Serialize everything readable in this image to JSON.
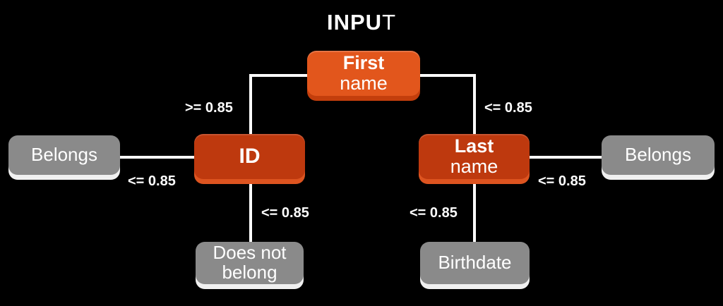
{
  "diagram": {
    "title": {
      "bold": "INPU",
      "light": "T"
    },
    "colors": {
      "background": "#000000",
      "text": "#ffffff",
      "line": "#ffffff",
      "orange": "#e2561c",
      "orange_lip": "#c33e0c",
      "red": "#be390e",
      "red_lip": "#dd5420",
      "gray": "#8a8a8a",
      "gray_lip": "#f0f0f0"
    },
    "nodes": [
      {
        "id": "first-name",
        "line1": "First",
        "line2": "name",
        "type": "orange"
      },
      {
        "id": "id",
        "line1": "ID",
        "type": "red"
      },
      {
        "id": "last-name",
        "line1": "Last",
        "line2": "name",
        "type": "red"
      },
      {
        "id": "belongs-left",
        "line1": "Belongs",
        "type": "gray"
      },
      {
        "id": "belongs-right",
        "line1": "Belongs",
        "type": "gray"
      },
      {
        "id": "does-not-belong",
        "line1": "Does not",
        "line2": "belong",
        "type": "gray"
      },
      {
        "id": "birthdate",
        "line1": "Birthdate",
        "type": "gray"
      }
    ],
    "edge_labels": {
      "first_to_id": ">= 0.85",
      "first_to_last_name": "<= 0.85",
      "belongs_to_id": "<= 0.85",
      "id_to_does_not_belong": "<= 0.85",
      "last_name_to_belongs": "<= 0.85",
      "last_name_to_birthdate": "<= 0.85"
    }
  }
}
